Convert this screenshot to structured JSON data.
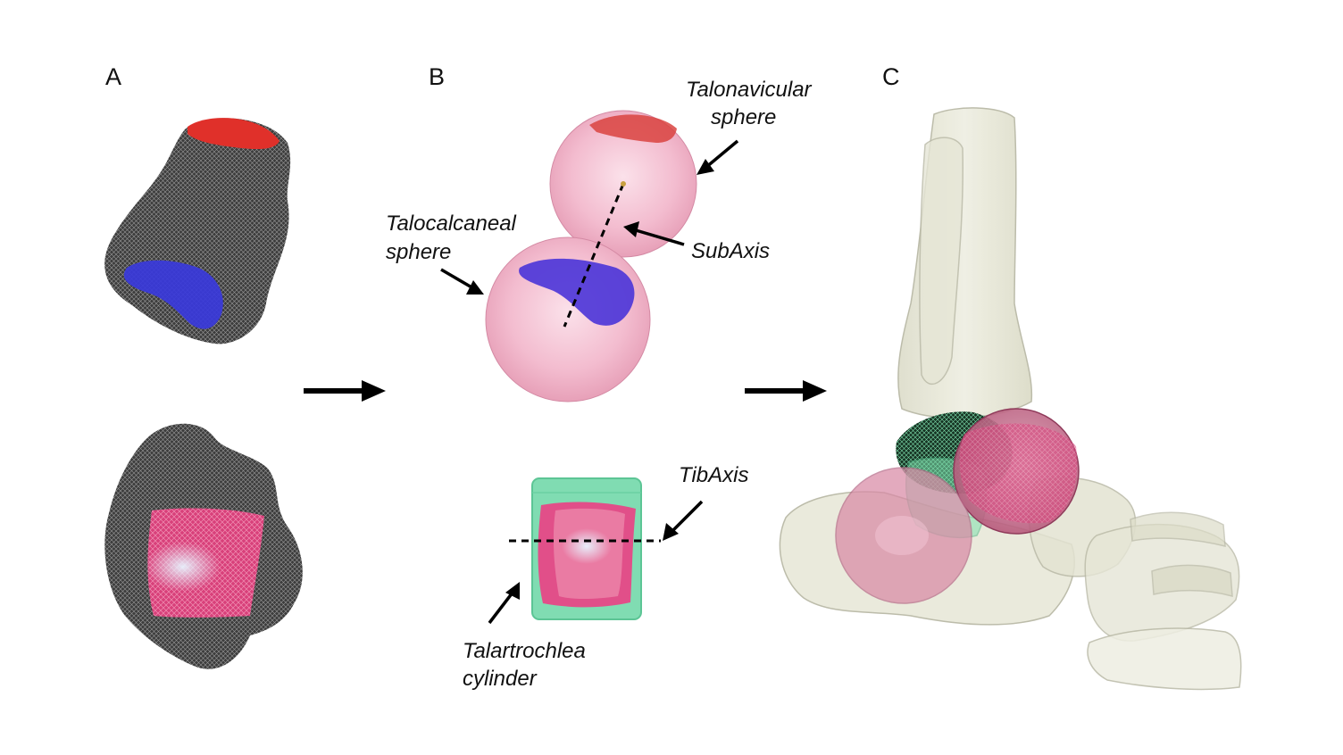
{
  "figure": {
    "panels": {
      "a": {
        "letter": "A"
      },
      "b": {
        "letter": "B"
      },
      "c": {
        "letter": "C"
      }
    },
    "labels": {
      "talonavicular_line1": "Talonavicular",
      "talonavicular_line2": "sphere",
      "talocalcaneal_line1": "Talocalcaneal",
      "talocalcaneal_line2": "sphere",
      "subaxis": "SubAxis",
      "tibaxis": "TibAxis",
      "talartrochlea_line1": "Talartrochlea",
      "talartrochlea_line2": "cylinder"
    },
    "colors": {
      "mesh_bone": "#4a4a4a",
      "talonavicular_surface": "#e0302a",
      "talocalcaneal_surface": "#3a3adc",
      "trochlea_surface": "#e8407e",
      "sphere_fill": "#f2b6cc",
      "cylinder_fill": "#7fdcb0",
      "skeleton_bone": "#e7e7d7",
      "arrow": "#000000"
    },
    "icons": [
      "right-arrow-icon",
      "right-arrow-icon",
      "pointer-arrow-icon"
    ]
  }
}
